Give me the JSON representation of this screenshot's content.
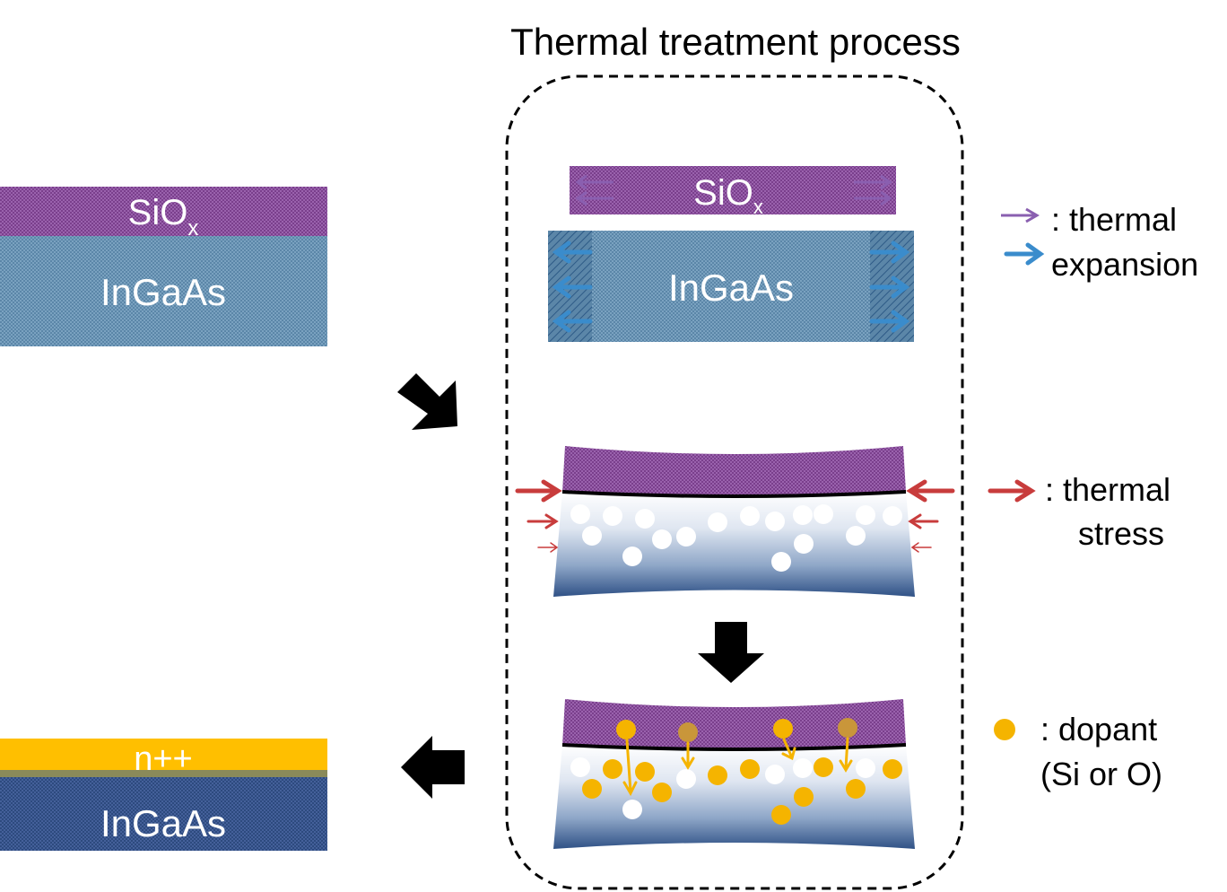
{
  "title": "Thermal treatment process",
  "left_stack_top": {
    "oxide_label": "SiO",
    "oxide_subscript": "x",
    "substrate_label": "InGaAs"
  },
  "left_stack_bottom": {
    "doped_label": "n++",
    "substrate_label": "InGaAs"
  },
  "process_stage1": {
    "oxide_label": "SiO",
    "oxide_subscript": "x",
    "substrate_label": "InGaAs"
  },
  "legend": {
    "expansion_line1": ": thermal",
    "expansion_line2": "expansion",
    "stress_line1": ": thermal",
    "stress_line2": "stress",
    "dopant_line1": ": dopant",
    "dopant_line2": "(Si or O)"
  },
  "colors": {
    "oxide_purple": "#7a3f8c",
    "ingaas_blue": "#5b86a8",
    "ingaas_dark": "#2d4a7e",
    "doped_yellow": "#ffbf00",
    "stress_red": "#c83c3c",
    "expansion_blue": "#3a8ccc",
    "expansion_purple": "#8a5fb0",
    "dopant_orange": "#f5b400"
  }
}
